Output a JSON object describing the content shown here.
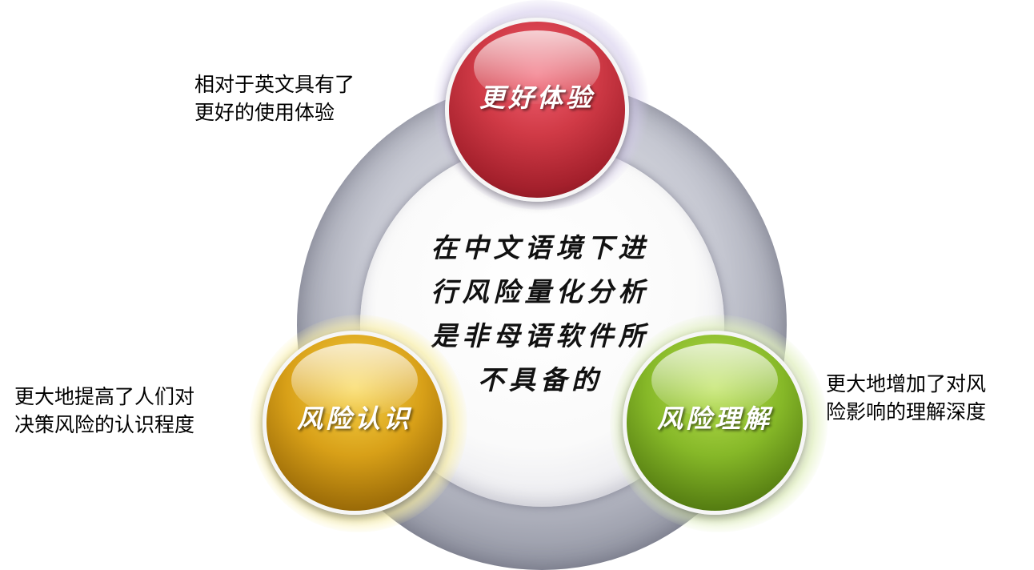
{
  "center": {
    "lines": [
      "在中文语境下进",
      "行风险量化分析",
      "是非母语软件所",
      "不具备的"
    ]
  },
  "nodes": {
    "top": {
      "label": "更好体验",
      "color": "#d03a46"
    },
    "left": {
      "label": "风险认识",
      "color": "#d8a018"
    },
    "right": {
      "label": "风险理解",
      "color": "#86b828"
    }
  },
  "notes": {
    "top": [
      "相对于英文具有了",
      "更好的使用体验"
    ],
    "left": [
      "更大地提高了人们对",
      "决策风险的认识程度"
    ],
    "right": [
      "更大地增加了对风",
      "险影响的理解深度"
    ]
  }
}
